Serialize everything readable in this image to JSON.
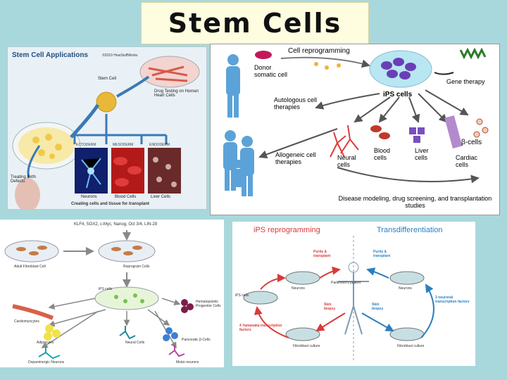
{
  "title": "Stem Cells",
  "panel1": {
    "heading": "Stem Cell Applications",
    "credit": "©2010 HowStuffWorks",
    "stem_cell": "Stem Cell",
    "drug_testing": "Drug Testing on Human Heart Cells",
    "ectoderm": "ECTODERM",
    "mesoderm": "MESODERM",
    "endoderm": "ENDODERM",
    "treating": "Treating Birth Defects",
    "neurons": "Neurons",
    "blood": "Blood Cells",
    "liver": "Liver Cells",
    "footer": "Creating cells and tissue for transplant"
  },
  "panel2": {
    "reprogramming": "Cell reprogramming",
    "donor": "Donor somatic cell",
    "gene_therapy": "Gene therapy",
    "autologous": "Autologous cell therapies",
    "ips": "iPS cells",
    "allogeneic": "Allogeneic cell therapies",
    "neural": "Neural cells",
    "blood": "Blood cells",
    "liver": "Liver cells",
    "beta": "β-cells",
    "cardiac": "Cardiac cells",
    "disease": "Disease modeling, drug screening, and transplantation studies"
  },
  "panel3": {
    "factors": "KLF4, SOX2, c-Myc, Nanog, Oct 3/4, LIN-28",
    "adult": "Adult Fibroblast Cell",
    "reprogram": "Reprogram Cells",
    "ips": "iPS cells",
    "cardio": "Cardiomyocytes",
    "hema": "Hematopoietic Progenitor Cells",
    "adipo": "Adipocytes",
    "neural": "Neural Cells",
    "pancreatic": "Pancreatic β-Cells",
    "dopa": "Dopaminergic Neurons",
    "motor": "Motor-neurons"
  },
  "panel4": {
    "left_title": "iPS reprogramming",
    "right_title": "Transdifferentiation",
    "purity_left": "Purity & transplant",
    "purity_right": "Purity & transplant",
    "neurons_left": "Neurons",
    "neurons_right": "Neurons",
    "patient": "Parkinson's patient",
    "ips": "iPS cells",
    "skin_left": "Skin biopsy",
    "skin_right": "Skin biopsy",
    "neuronal": "3 neuronal transcription factors",
    "yamanaka": "4 Yamanaka transcription factors",
    "fib_left": "Fibroblast culture",
    "fib_right": "Fibroblast culture"
  },
  "colors": {
    "background": "#a9d8dc",
    "title_bg": "#fffde0",
    "red": "#d93a3a",
    "blue": "#2a7fc0"
  }
}
